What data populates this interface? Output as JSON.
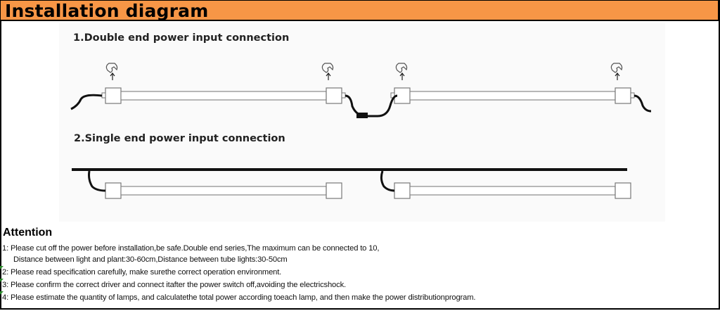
{
  "header": {
    "title": "Installation diagram",
    "background": "#F79646"
  },
  "diagram": {
    "section1_title": "1.Double end power input connection",
    "section2_title": "2.Single end power input connection"
  },
  "attention": {
    "title": "Attention",
    "notes": [
      "1: Please cut off the power before installation,be safe.Double end series,The maximum can be connected to 10,",
      "Distance between light and plant:30-60cm,Distance between tube lights:30-50cm",
      "2: Please read specification carefully, make surethe correct operation environment.",
      "3: Please confirm the correct driver and connect itafter the power switch off,avoiding the electricshock.",
      "4: Please estimate the quantity of lamps, and calculatethe total power according toeach lamp, and then make the power distributionprogram."
    ]
  }
}
